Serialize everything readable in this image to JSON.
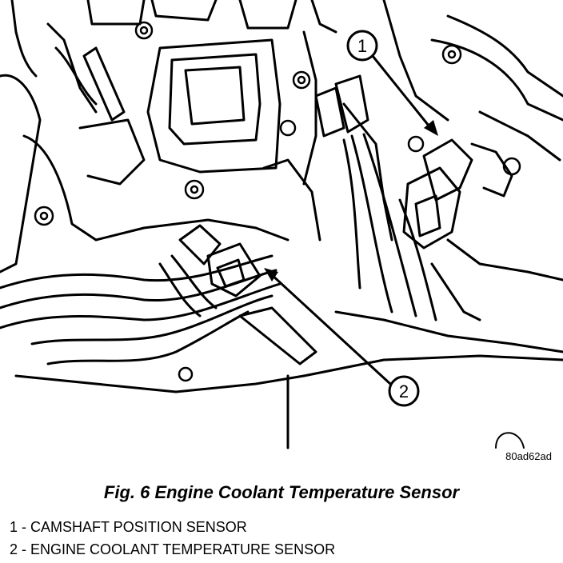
{
  "figure": {
    "callouts": [
      {
        "number": "1",
        "target": "camshaft position sensor connector"
      },
      {
        "number": "2",
        "target": "engine coolant temperature sensor connector"
      }
    ],
    "art_id": "80ad62ad",
    "caption": "Fig. 6 Engine Coolant Temperature Sensor"
  },
  "legend": [
    {
      "text": "1 - CAMSHAFT POSITION SENSOR"
    },
    {
      "text": "2 - ENGINE COOLANT TEMPERATURE SENSOR"
    }
  ]
}
